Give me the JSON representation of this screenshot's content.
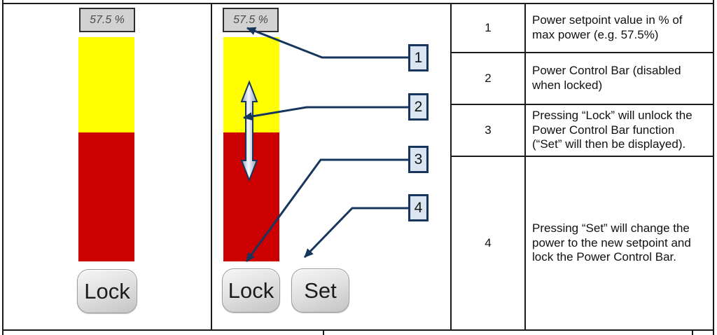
{
  "colors": {
    "bar_remaining_yellow": "#ffff00",
    "bar_setpoint_red": "#cc0000",
    "annotation_navy": "#17365d",
    "callout_fill": "#dbe5f1",
    "value_box_fill": "#d2d2d2"
  },
  "left_panel": {
    "setpoint_display": "57.5 %",
    "lock_button": "Lock",
    "bar": {
      "setpoint_pct": 57.5,
      "remaining_pct": 42.5
    }
  },
  "middle_panel": {
    "setpoint_display": "57.5 %",
    "lock_button": "Lock",
    "set_button": "Set",
    "bar": {
      "setpoint_pct": 57.5,
      "remaining_pct": 42.5
    },
    "callouts": [
      "1",
      "2",
      "3",
      "4"
    ]
  },
  "table": {
    "rows": [
      {
        "num": "1",
        "desc": "Power setpoint value in % of max power (e.g. 57.5%)"
      },
      {
        "num": "2",
        "desc": "Power Control Bar (disabled when locked)"
      },
      {
        "num": "3",
        "desc": "Pressing “Lock” will unlock the Power Control Bar function (“Set” will then be displayed)."
      },
      {
        "num": "4",
        "desc": "Pressing “Set” will change the power to the new setpoint and lock the Power Control Bar."
      }
    ]
  }
}
